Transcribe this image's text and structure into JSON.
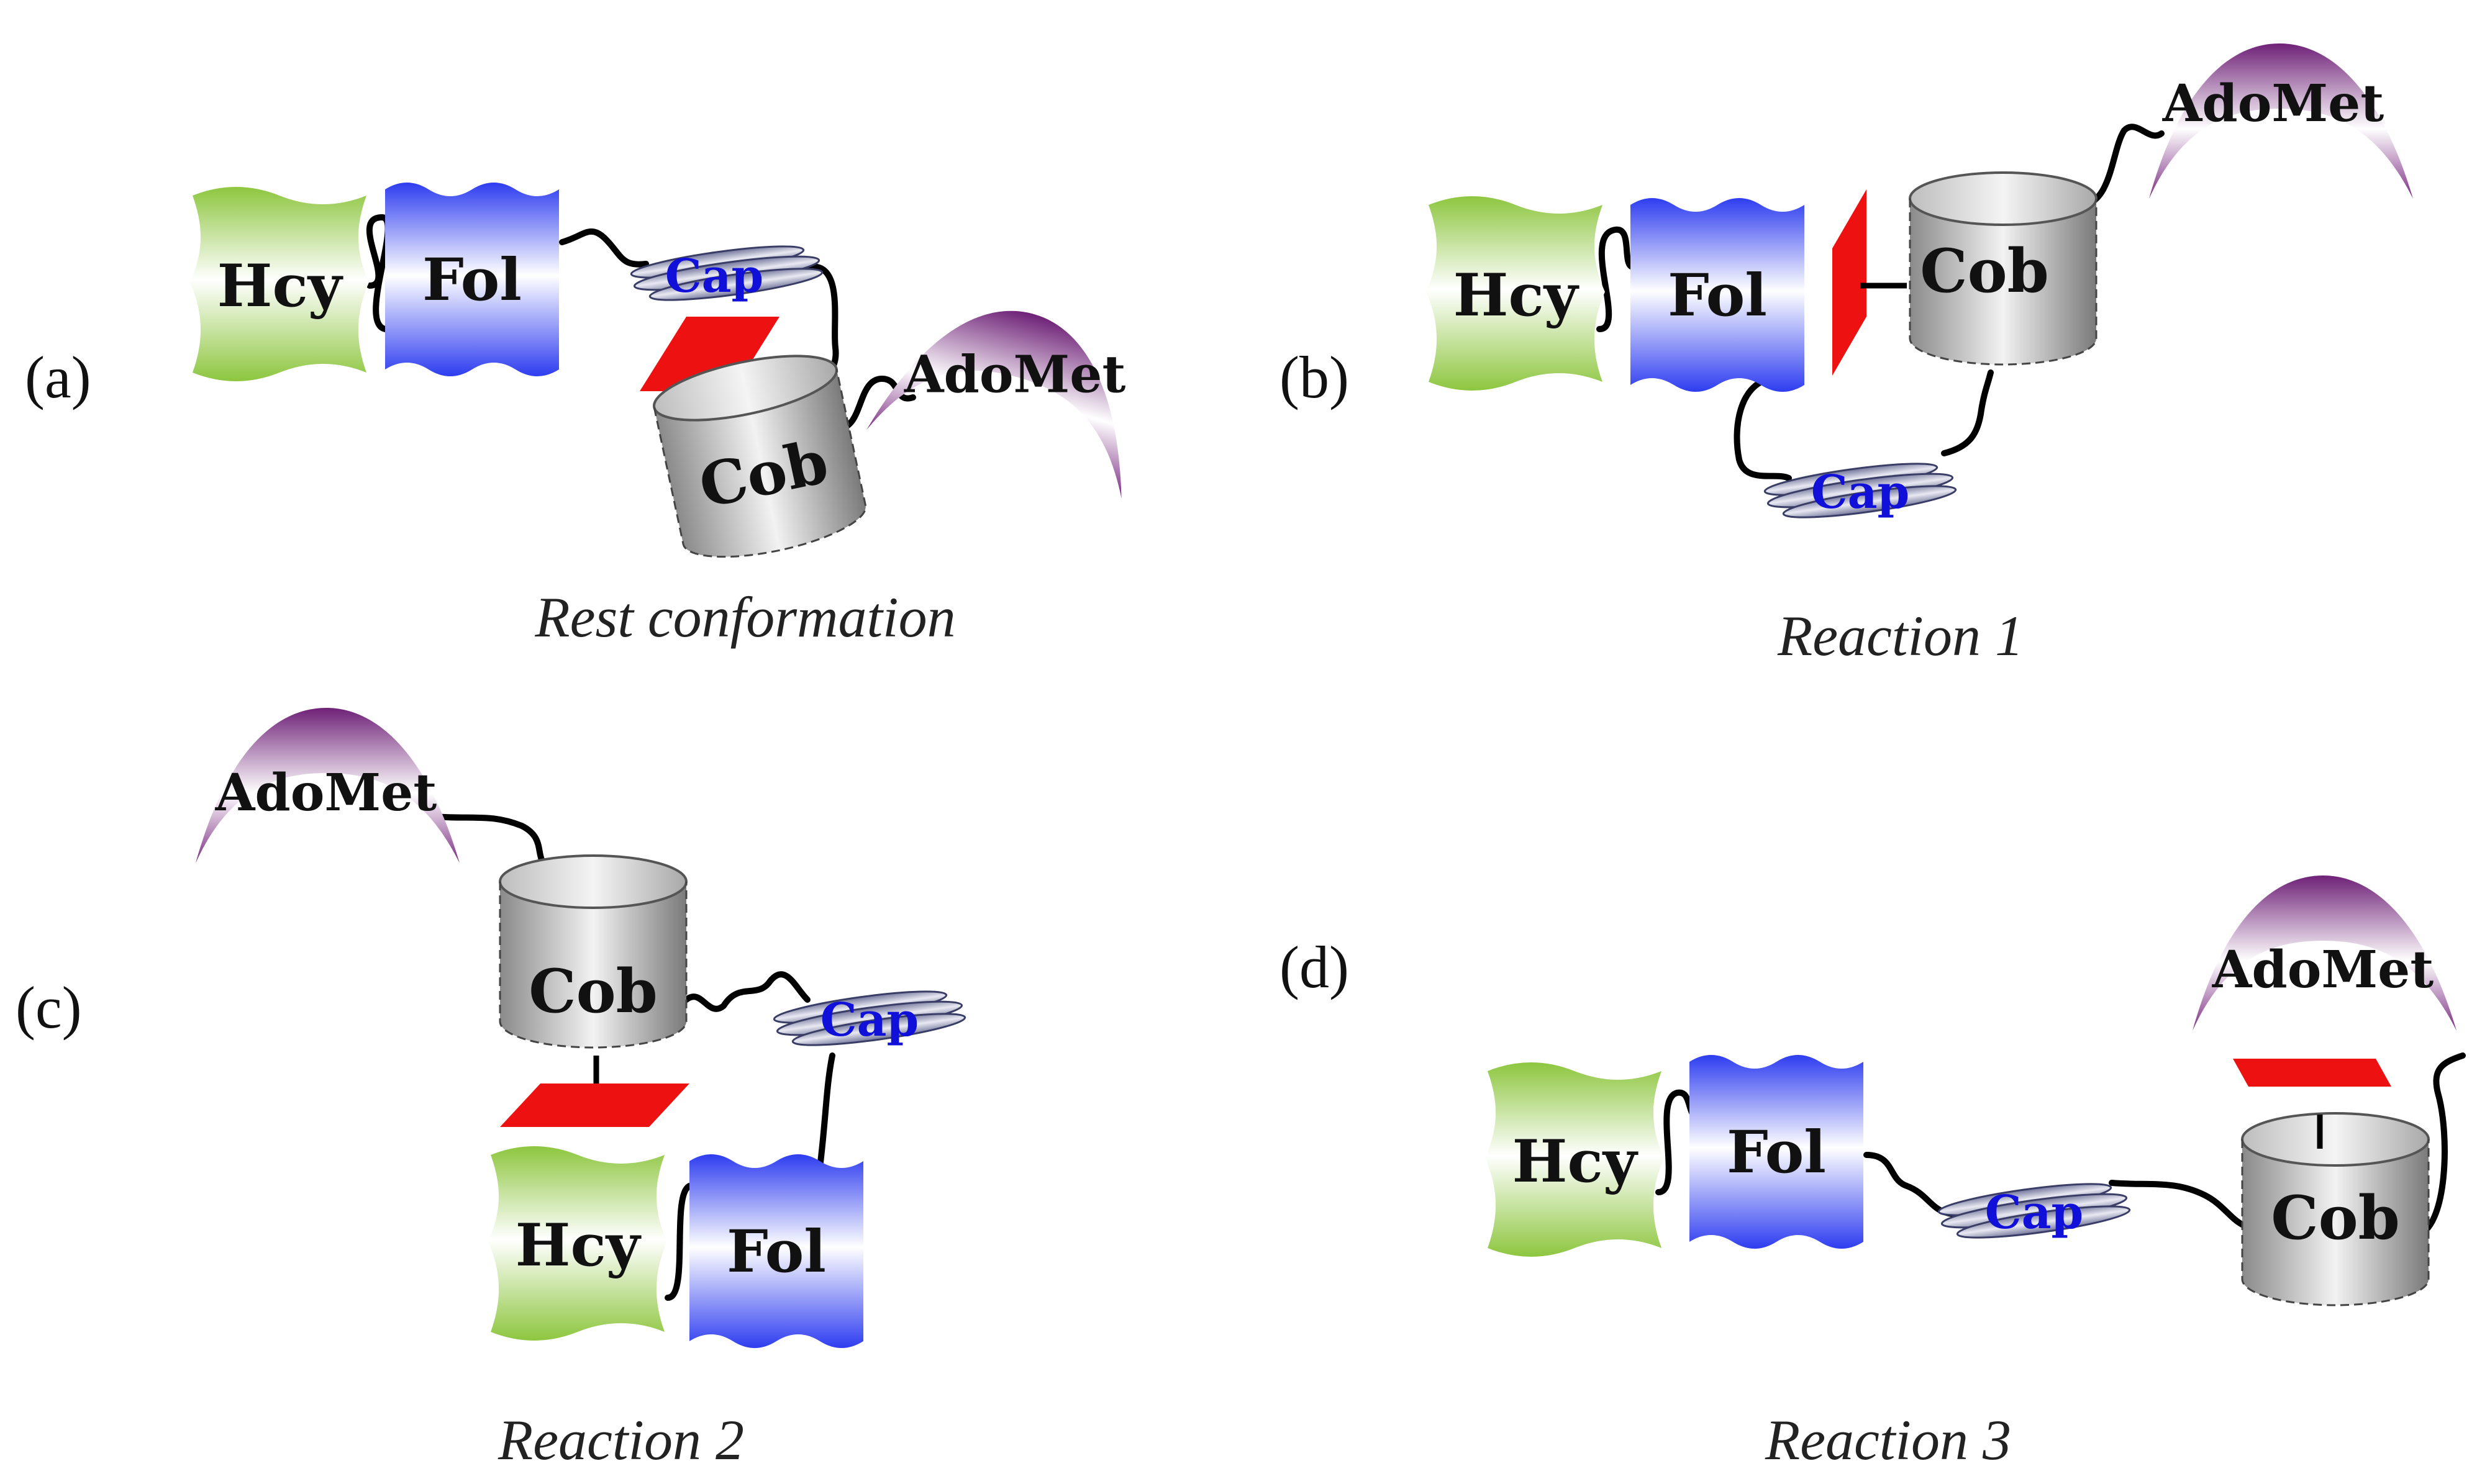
{
  "domains": {
    "hcy": "Hcy",
    "fol": "Fol",
    "cap": "Cap",
    "cob": "Cob",
    "adomet": "AdoMet"
  },
  "panels": [
    {
      "letter": "(a)",
      "caption": "Rest conformation"
    },
    {
      "letter": "(b)",
      "caption": "Reaction 1"
    },
    {
      "letter": "(c)",
      "caption": "Reaction 2"
    },
    {
      "letter": "(d)",
      "caption": "Reaction 3"
    }
  ],
  "colors": {
    "hcy": "#8dc63f",
    "fol": "#2e3df0",
    "cap": "#7c7fa8",
    "cob": "#7a7a7a",
    "adomet": "#7b2c82",
    "cofactor": "#ee1111",
    "cap_text": "#1010d8"
  }
}
